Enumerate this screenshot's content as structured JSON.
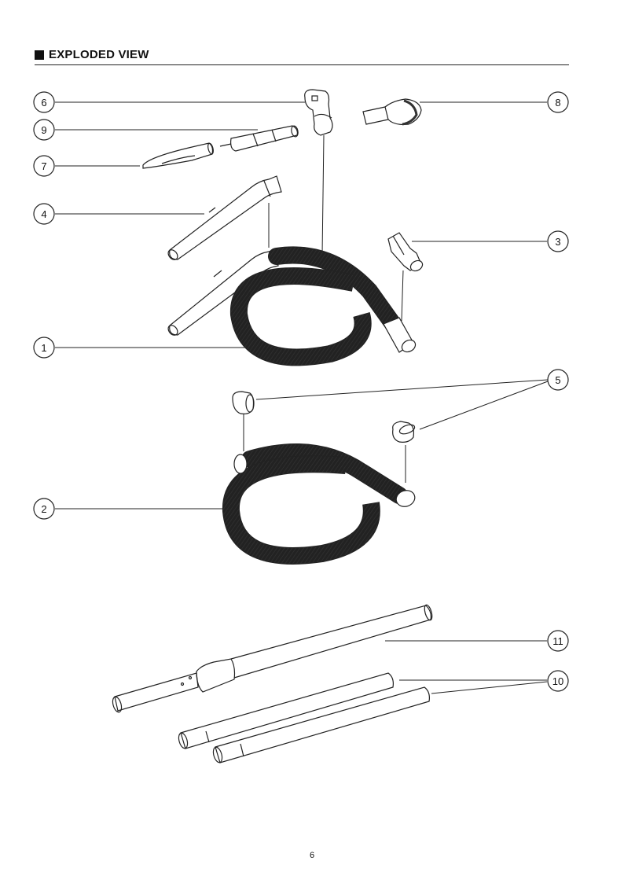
{
  "header": {
    "title": "EXPLODED VIEW"
  },
  "callouts": [
    {
      "id": "c1",
      "label": "1"
    },
    {
      "id": "c2",
      "label": "2"
    },
    {
      "id": "c3",
      "label": "3"
    },
    {
      "id": "c4",
      "label": "4"
    },
    {
      "id": "c5",
      "label": "5"
    },
    {
      "id": "c6",
      "label": "6"
    },
    {
      "id": "c7",
      "label": "7"
    },
    {
      "id": "c8",
      "label": "8"
    },
    {
      "id": "c9",
      "label": "9"
    },
    {
      "id": "c10",
      "label": "10"
    },
    {
      "id": "c11",
      "label": "11"
    }
  ],
  "footer": {
    "page_number": "6"
  }
}
